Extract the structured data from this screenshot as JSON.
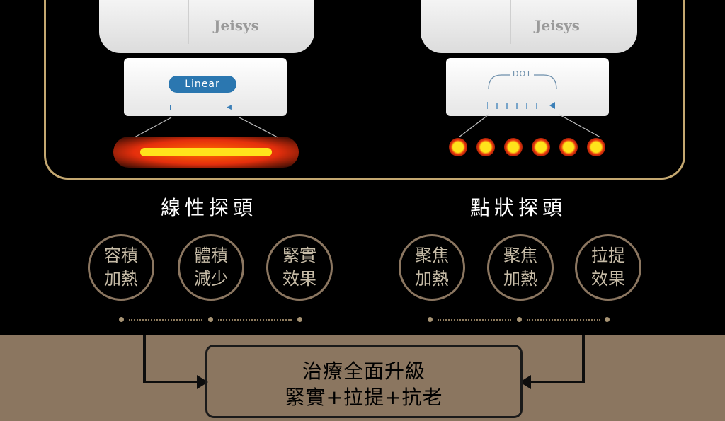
{
  "probes": {
    "linear": {
      "brand": "Jeisys",
      "tag": "Linear",
      "title": "線性探頭",
      "benefits": [
        {
          "line1": "容積",
          "line2": "加熱"
        },
        {
          "line1": "體積",
          "line2": "減少"
        },
        {
          "line1": "緊實",
          "line2": "效果"
        }
      ]
    },
    "dot": {
      "brand": "Jeisys",
      "tag": "DOT",
      "title": "點狀探頭",
      "benefits": [
        {
          "line1": "聚焦",
          "line2": "加熱"
        },
        {
          "line1": "聚焦",
          "line2": "加熱"
        },
        {
          "line1": "拉提",
          "line2": "效果"
        }
      ]
    }
  },
  "result": {
    "line1": "治療全面升級",
    "line2": "緊實+拉提+抗老"
  },
  "colors": {
    "background": "#000000",
    "bottom_band": "#8b7660",
    "frame_gold": "#c4a871",
    "linear_tag": "#2b77b0",
    "circle_border": "#8b7660",
    "heat_core": "#ffe31b",
    "heat_outer": "#e52f0c"
  }
}
